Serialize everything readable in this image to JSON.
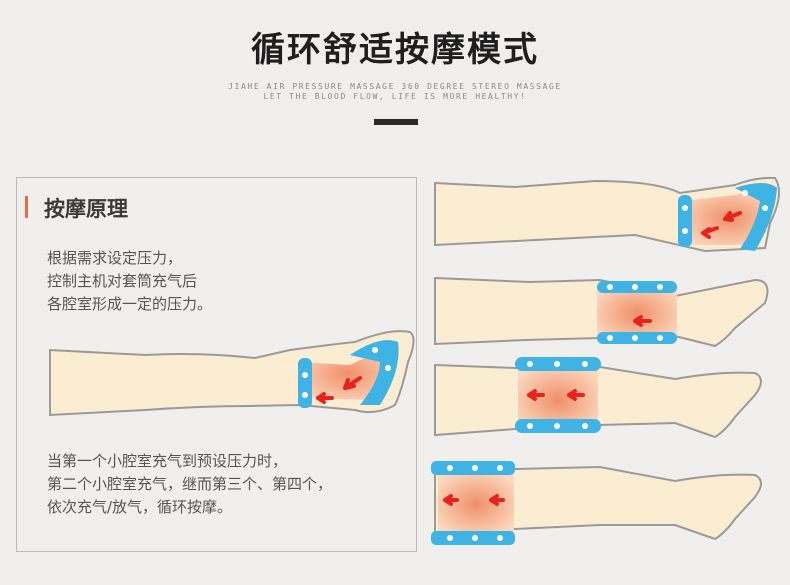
{
  "header": {
    "title": "循环舒适按摩模式",
    "subtitle_line1": "JIAHE AIR PRESSURE MASSAGE 360 DEGREE STEREO MASSAGE",
    "subtitle_line2": "LET THE BLOOD FLOW, LIFE IS MORE HEALTHY!"
  },
  "panel": {
    "heading": "按摩原理",
    "paragraph1": "根据需求设定压力，\n控制主机对套筒充气后\n各腔室形成一定的压力。",
    "paragraph2": "当第一个小腔室充气到预设压力时，\n第二个小腔室充气，继而第三个、第四个，\n依次充气/放气，循环按摩。"
  },
  "colors": {
    "accent": "#e07040",
    "cuff_blue": "#3fb3e4",
    "inflated": "#f2a078",
    "arrow": "#e8231e"
  }
}
